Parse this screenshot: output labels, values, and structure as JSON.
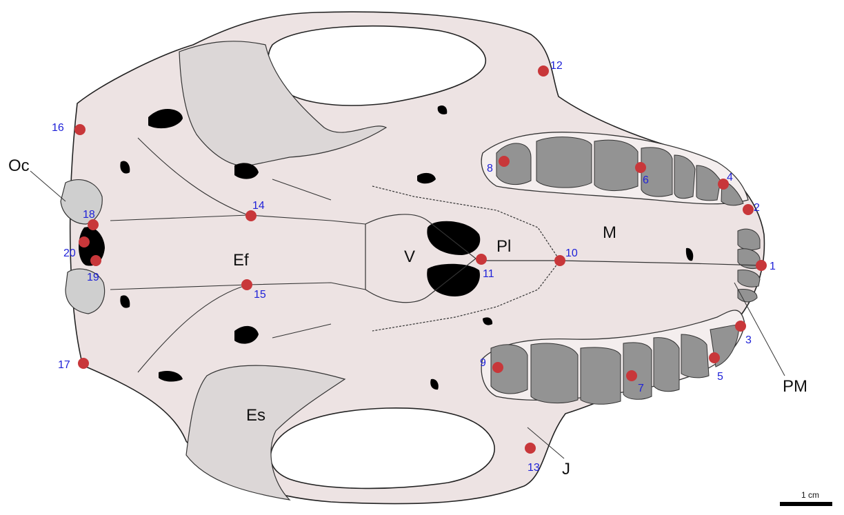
{
  "colors": {
    "bone": "#ede3e3",
    "bone_dark": "#dcd7d7",
    "teeth": "#939393",
    "foramen": "#000000",
    "landmark": "#c8373a",
    "landmark_label": "#1f22d8"
  },
  "regions": {
    "oc": "Oc",
    "ef": "Ef",
    "es": "Es",
    "v": "V",
    "pl": "Pl",
    "m": "M",
    "pm": "PM",
    "j": "J"
  },
  "landmarks": [
    "1",
    "2",
    "3",
    "4",
    "5",
    "6",
    "7",
    "8",
    "9",
    "10",
    "11",
    "12",
    "13",
    "14",
    "15",
    "16",
    "17",
    "18",
    "19",
    "20"
  ],
  "scale_bar": {
    "label": "1 cm"
  }
}
